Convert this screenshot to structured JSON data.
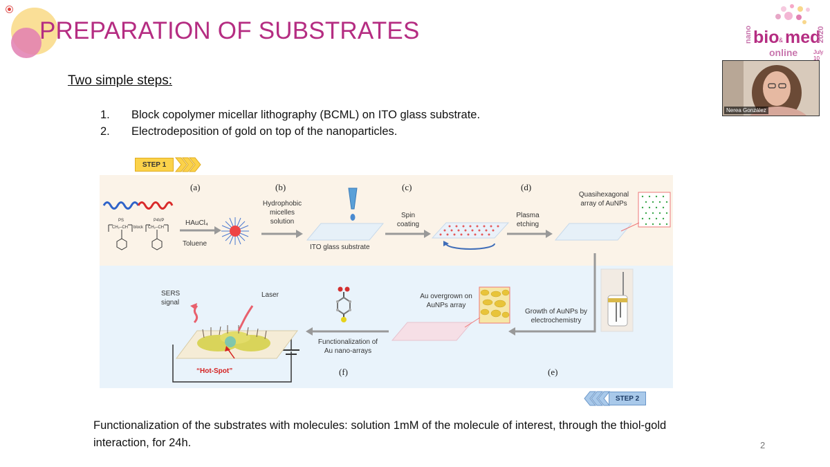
{
  "slide": {
    "title": "PREPARATION OF SUBSTRATES",
    "subtitle": "Two simple steps:",
    "steps": [
      {
        "num": "1.",
        "text": "Block copolymer micellar lithography (BCML) on ITO glass substrate."
      },
      {
        "num": "2.",
        "text": "Electrodeposition of gold on top of the nanoparticles."
      }
    ],
    "footer": "Functionalization of the substrates with molecules: solution 1mM of the molecule of interest, through the thiol-gold interaction, for 24h.",
    "page_number": "2"
  },
  "logo": {
    "nano": "nano",
    "bio": "bio",
    "amp": "&",
    "med": "med",
    "year": "2020",
    "online": "online",
    "date": "July 10"
  },
  "webcam": {
    "name": "Nerea González"
  },
  "figure": {
    "step1_badge": "STEP 1",
    "step2_badge": "STEP 2",
    "panel_letters": [
      "(a)",
      "(b)",
      "(c)",
      "(d)",
      "(e)",
      "(f)"
    ],
    "ps_label": "PS",
    "p4vp_label": "P4VP",
    "chain_left": "CH₂–CH",
    "block_text": "block",
    "chain_right": "CH₂–CH",
    "reagent": "HAuCl₄",
    "solvent": "Toluene",
    "hydrophobic": "Hydrophobic micelles solution",
    "ito": "ITO glass substrate",
    "spin": "Spin coating",
    "plasma": "Plasma etching",
    "quasi": "Quasihexagonal array of AuNPs",
    "au_over": "Au overgrown on AuNPs array",
    "growth": "Growth of AuNPs by electrochemistry",
    "functionalization": "Functionalization of Au nano-arrays",
    "sers": "SERS signal",
    "laser": "Laser",
    "hotspot": "“Hot-Spot”"
  },
  "colors": {
    "title": "#b52d82",
    "step1": "#fbd24a",
    "step2": "#a9c9ea",
    "panel_top": "#fbf3e8",
    "panel_bottom": "#e9f3fb",
    "hotspot": "#d42020"
  }
}
